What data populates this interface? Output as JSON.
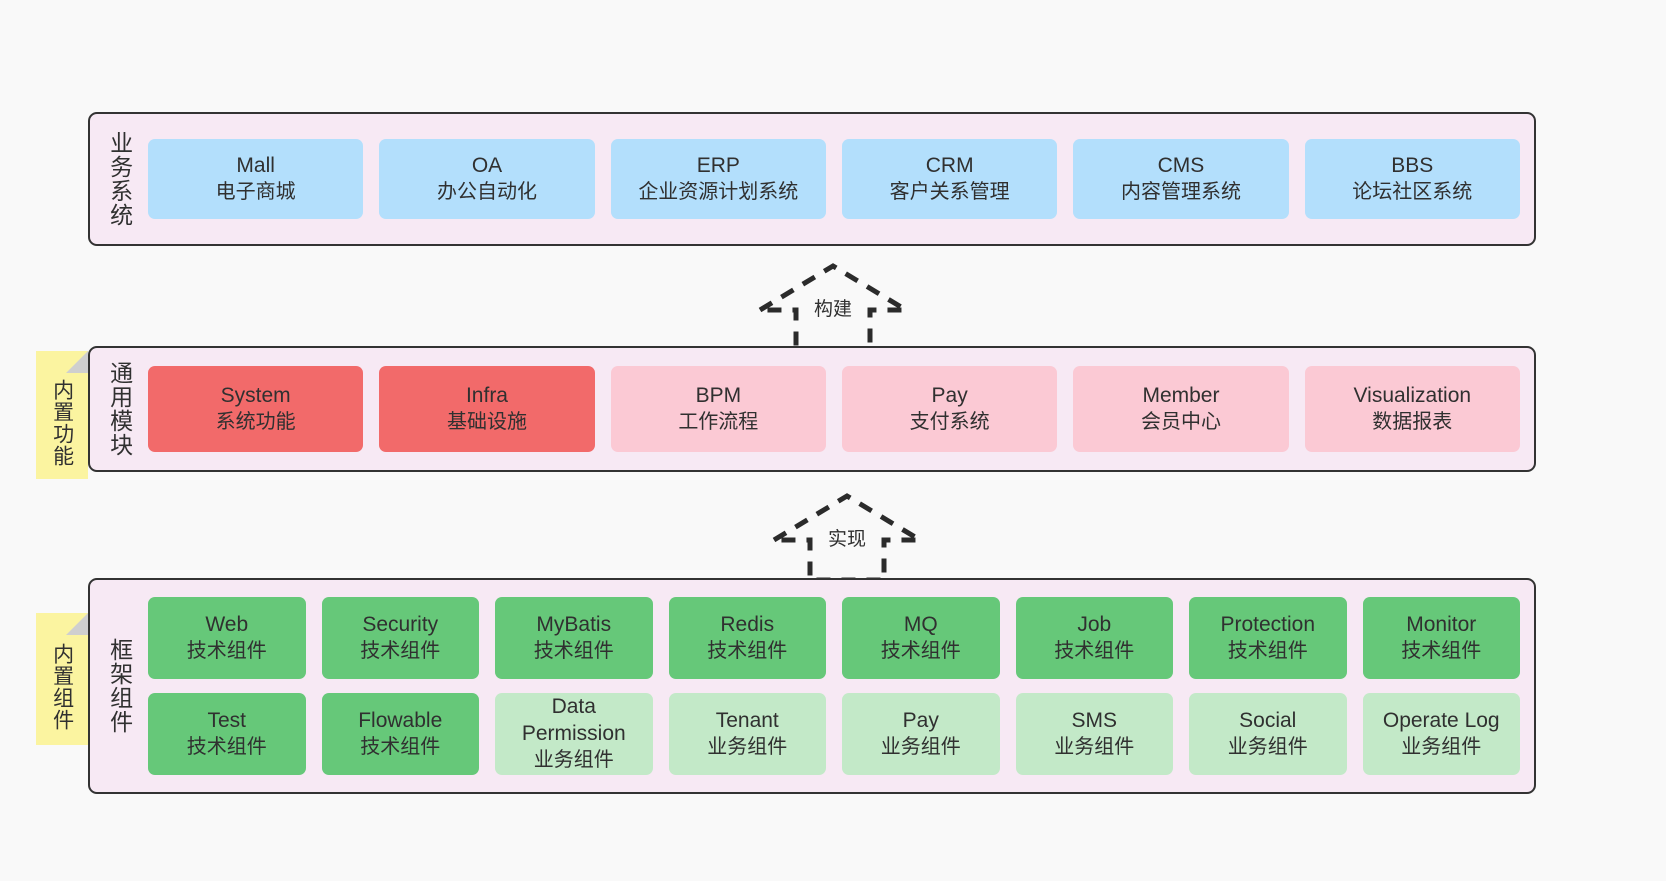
{
  "diagram": {
    "title": "Architecture layers diagram",
    "colors": {
      "page_background": "#f9f9f9",
      "layer_panel": "#f7e9f4",
      "layer_border": "#333333",
      "business_card": "#b3dffc",
      "module_primary": "#f26a6a",
      "module_secondary": "#fbc9d4",
      "tech_component": "#66c879",
      "biz_component": "#c3e9c8",
      "sticky_note": "#fbf4a0"
    }
  },
  "layers": [
    {
      "id": "business-systems",
      "label": "业务系统",
      "cards": [
        {
          "name": "Mall",
          "sub": "电子商城"
        },
        {
          "name": "OA",
          "sub": "办公自动化"
        },
        {
          "name": "ERP",
          "sub": "企业资源计划系统"
        },
        {
          "name": "CRM",
          "sub": "客户关系管理"
        },
        {
          "name": "CMS",
          "sub": "内容管理系统"
        },
        {
          "name": "BBS",
          "sub": "论坛社区系统"
        }
      ]
    },
    {
      "id": "common-modules",
      "label": "通用模块",
      "sticky": "内置功能",
      "cards": [
        {
          "name": "System",
          "sub": "系统功能",
          "style": "red"
        },
        {
          "name": "Infra",
          "sub": "基础设施",
          "style": "red"
        },
        {
          "name": "BPM",
          "sub": "工作流程",
          "style": "pink"
        },
        {
          "name": "Pay",
          "sub": "支付系统",
          "style": "pink"
        },
        {
          "name": "Member",
          "sub": "会员中心",
          "style": "pink"
        },
        {
          "name": "Visualization",
          "sub": "数据报表",
          "style": "pink"
        }
      ]
    },
    {
      "id": "framework-components",
      "label": "框架组件",
      "sticky": "内置组件",
      "rows": [
        [
          {
            "name": "Web",
            "sub": "技术组件",
            "style": "green"
          },
          {
            "name": "Security",
            "sub": "技术组件",
            "style": "green"
          },
          {
            "name": "MyBatis",
            "sub": "技术组件",
            "style": "green"
          },
          {
            "name": "Redis",
            "sub": "技术组件",
            "style": "green"
          },
          {
            "name": "MQ",
            "sub": "技术组件",
            "style": "green"
          },
          {
            "name": "Job",
            "sub": "技术组件",
            "style": "green"
          },
          {
            "name": "Protection",
            "sub": "技术组件",
            "style": "green"
          },
          {
            "name": "Monitor",
            "sub": "技术组件",
            "style": "green"
          }
        ],
        [
          {
            "name": "Test",
            "sub": "技术组件",
            "style": "green"
          },
          {
            "name": "Flowable",
            "sub": "技术组件",
            "style": "green"
          },
          {
            "name": "Data Permission",
            "sub": "业务组件",
            "style": "lightgreen"
          },
          {
            "name": "Tenant",
            "sub": "业务组件",
            "style": "lightgreen"
          },
          {
            "name": "Pay",
            "sub": "业务组件",
            "style": "lightgreen"
          },
          {
            "name": "SMS",
            "sub": "业务组件",
            "style": "lightgreen"
          },
          {
            "name": "Social",
            "sub": "业务组件",
            "style": "lightgreen"
          },
          {
            "name": "Operate Log",
            "sub": "业务组件",
            "style": "lightgreen"
          }
        ]
      ]
    }
  ],
  "arrows": [
    {
      "id": "build-arrow",
      "label": "构建",
      "direction": "up"
    },
    {
      "id": "implement-arrow",
      "label": "实现",
      "direction": "up"
    }
  ]
}
